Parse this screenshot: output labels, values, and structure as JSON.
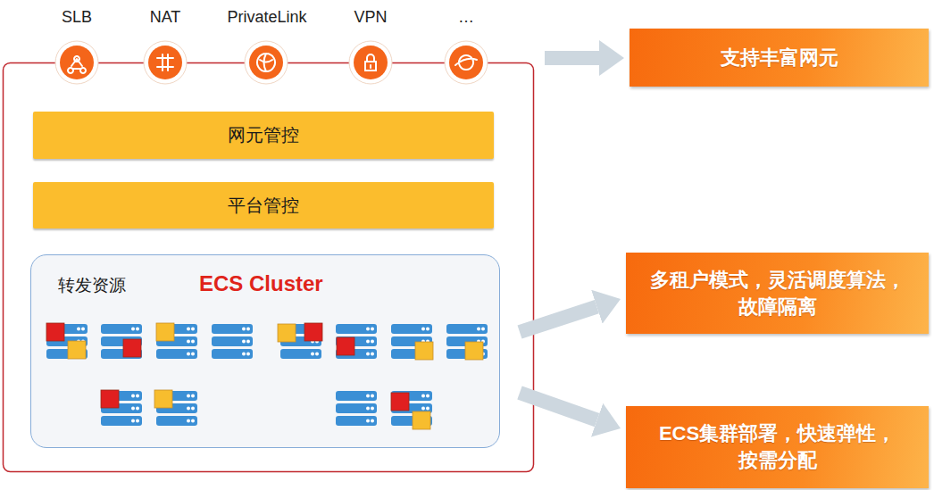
{
  "diagram": {
    "nodes": [
      {
        "text": [
          "SLB"
        ]
      },
      {
        "text": [
          "NAT"
        ]
      },
      {
        "text": [
          "PrivateLink"
        ]
      },
      {
        "text": [
          "VPN"
        ]
      },
      {
        "text": [
          "…"
        ]
      },
      {
        "text": [
          "支持丰富网元"
        ]
      },
      {
        "text": [
          "网元管控"
        ]
      },
      {
        "text": [
          "平台管控"
        ]
      },
      {
        "text": [
          "转发资源",
          "ECS Cluster"
        ]
      },
      {
        "text": [
          "多租户模式，灵活调度算法， 故障隔离"
        ]
      },
      {
        "text": [
          "ECS集群部署，快速弹性， 按需分配"
        ]
      }
    ],
    "edges": [
      {
        "from": 4,
        "to": 5,
        "arrow": "to"
      },
      {
        "from": 8,
        "to": 9,
        "arrow": "to"
      },
      {
        "from": 8,
        "to": 10,
        "arrow": "to"
      }
    ]
  }
}
